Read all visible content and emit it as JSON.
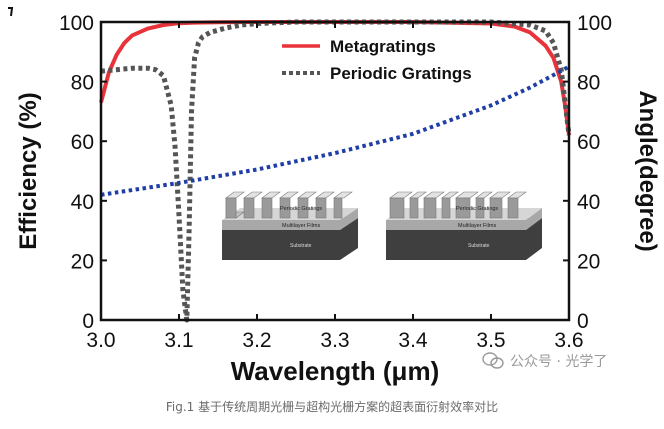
{
  "chart_data": {
    "type": "line",
    "xlabel": "Wavelength (μm)",
    "ylabel": "Efficiency (%)",
    "y2label": "Angle(degree)",
    "xlim": [
      3.0,
      3.6
    ],
    "ylim": [
      0,
      100
    ],
    "y2lim": [
      0,
      100
    ],
    "xticks": [
      "3.0",
      "3.1",
      "3.2",
      "3.3",
      "3.4",
      "3.5",
      "3.6"
    ],
    "yticks": [
      "0",
      "20",
      "40",
      "60",
      "80",
      "100"
    ],
    "y2ticks": [
      "0",
      "20",
      "40",
      "60",
      "80",
      "100"
    ],
    "legend_position": "top-right",
    "grid": false,
    "series": [
      {
        "name": "Metagratings",
        "axis": "left",
        "color": "#e8333b",
        "style": "solid",
        "x": [
          3.0,
          3.01,
          3.02,
          3.03,
          3.04,
          3.06,
          3.08,
          3.1,
          3.12,
          3.15,
          3.2,
          3.3,
          3.4,
          3.5,
          3.53,
          3.55,
          3.57,
          3.58,
          3.59,
          3.595,
          3.6
        ],
        "y": [
          73,
          83,
          89,
          93,
          95.5,
          97.8,
          99,
          99.6,
          99.8,
          99.9,
          100,
          100,
          100,
          99.5,
          98.5,
          96.5,
          92,
          88,
          80,
          72,
          62
        ]
      },
      {
        "name": "Periodic Gratings",
        "axis": "left",
        "color": "#555555",
        "style": "dotted",
        "x": [
          3.0,
          3.02,
          3.04,
          3.06,
          3.07,
          3.08,
          3.09,
          3.095,
          3.1,
          3.105,
          3.11,
          3.113,
          3.116,
          3.12,
          3.125,
          3.13,
          3.14,
          3.16,
          3.18,
          3.2,
          3.25,
          3.3,
          3.4,
          3.5,
          3.55,
          3.57,
          3.58,
          3.59,
          3.6
        ],
        "y": [
          83.5,
          84,
          84.5,
          84.5,
          84,
          82,
          72,
          58,
          35,
          10,
          0,
          30,
          70,
          88,
          93,
          95,
          96.5,
          98,
          99,
          99.5,
          100,
          100,
          100,
          100,
          99,
          97,
          93,
          84,
          62
        ]
      },
      {
        "name": "",
        "axis": "right",
        "color": "#1f3fa6",
        "style": "dotted",
        "x": [
          3.0,
          3.1,
          3.2,
          3.3,
          3.4,
          3.5,
          3.55,
          3.6
        ],
        "y": [
          42,
          46,
          50.5,
          56,
          62.5,
          72,
          78,
          85
        ]
      }
    ],
    "inset_labels": [
      "Periodic Gratings",
      "Multilayer Films",
      "Substrate"
    ]
  },
  "caption": "Fig.1 基于传统周期光栅与超构光栅方案的超表面衍射效率对比",
  "watermark": "公众号 · 光学了",
  "colors": {
    "axis": "#111111",
    "struct_top": "#c9c9c9",
    "struct_side": "#7a7a7a",
    "layer": "#b8b8b8",
    "substrate": "#4a4a4a"
  }
}
